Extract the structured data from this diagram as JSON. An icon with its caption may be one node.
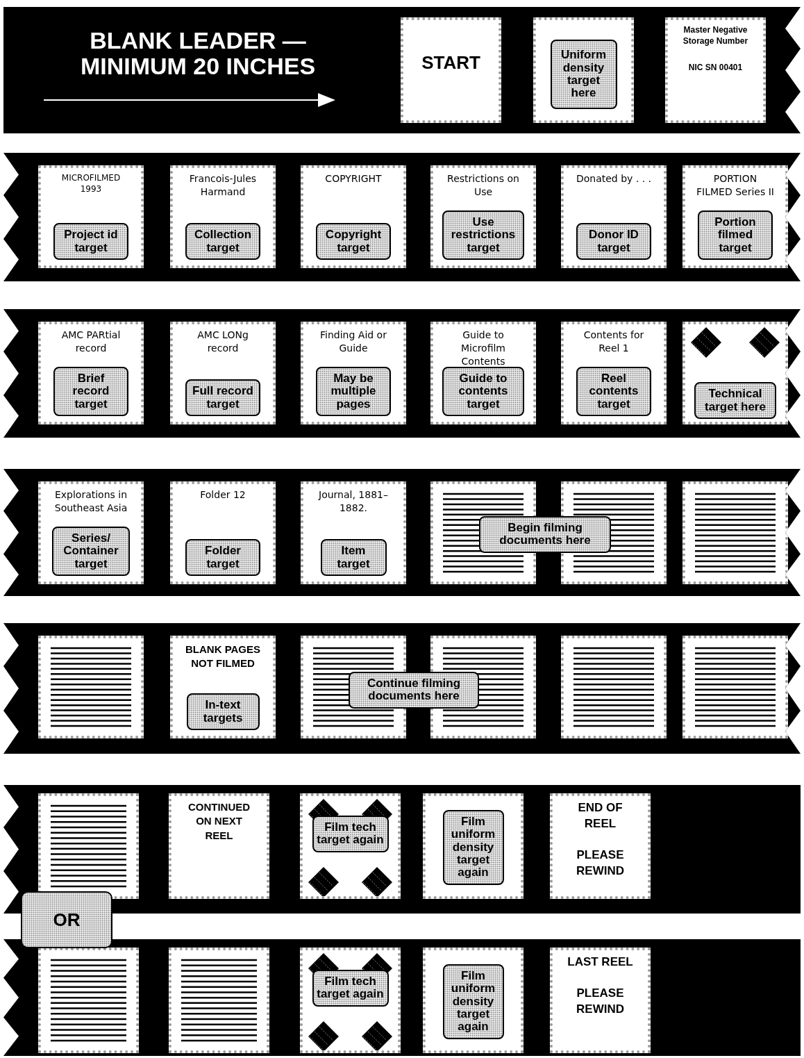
{
  "diagram": {
    "nodes": [
      {
        "text": [
          "BLANK LEADER — MINIMUM 20 INCHES"
        ]
      },
      {
        "text": [
          "START"
        ],
        "in": 0
      },
      {
        "text": [],
        "shape": "box",
        "in": 0
      },
      {
        "text": [
          "Uniform density target here"
        ],
        "in": 2
      },
      {
        "text": [
          "Master Negative Storage Number",
          "NIC SN 00401"
        ],
        "in": 0
      },
      {
        "text": [],
        "shape": "bar"
      },
      {
        "text": [
          "MICROFILMED 1993"
        ],
        "in": 5
      },
      {
        "text": [
          "Project id target"
        ],
        "in": 6
      },
      {
        "text": [
          "Francois-Jules Harmand"
        ],
        "in": 5
      },
      {
        "text": [
          "Collection target"
        ],
        "in": 8
      },
      {
        "text": [
          "COPYRIGHT"
        ],
        "in": 5
      },
      {
        "text": [
          "Copyright target"
        ],
        "in": 10
      },
      {
        "text": [
          "Restrictions on Use"
        ],
        "in": 5
      },
      {
        "text": [
          "Use restrictions target"
        ],
        "in": 12
      },
      {
        "text": [
          "Donated by . . ."
        ],
        "in": 5
      },
      {
        "text": [
          "Donor ID target"
        ],
        "in": 14
      },
      {
        "text": [
          "PORTION FILMED Series II"
        ],
        "in": 5
      },
      {
        "text": [
          "Portion filmed target"
        ],
        "in": 16
      },
      {
        "text": [],
        "shape": "bar"
      },
      {
        "text": [
          "AMC PARtial record"
        ],
        "in": 18
      },
      {
        "text": [
          "Brief record target"
        ],
        "in": 19
      },
      {
        "text": [
          "AMC LONg record"
        ],
        "in": 18
      },
      {
        "text": [
          "Full record target"
        ],
        "in": 21
      },
      {
        "text": [
          "Finding Aid or Guide"
        ],
        "in": 18
      },
      {
        "text": [
          "May be multiple pages"
        ],
        "in": 23
      },
      {
        "text": [
          "Guide to Microfilm Contents"
        ],
        "in": 18
      },
      {
        "text": [
          "Guide to contents target"
        ],
        "in": 25
      },
      {
        "text": [
          "Contents for Reel 1"
        ],
        "in": 18
      },
      {
        "text": [
          "Reel contents target"
        ],
        "in": 27
      },
      {
        "text": [],
        "shape": "box",
        "in": 18
      },
      {
        "text": [
          "Technical target here"
        ],
        "in": 29
      },
      {
        "text": [],
        "shape": "bar"
      },
      {
        "text": [
          "Explorations in Southeast Asia"
        ],
        "in": 31
      },
      {
        "text": [
          "Series/ Container target"
        ],
        "in": 32
      },
      {
        "text": [
          "Folder 12"
        ],
        "in": 31
      },
      {
        "text": [
          "Folder target"
        ],
        "in": 34
      },
      {
        "text": [
          "Journal, 1881–1882."
        ],
        "in": 31
      },
      {
        "text": [
          "Item target"
        ],
        "in": 36
      },
      {
        "text": [],
        "shape": "box",
        "in": 31
      },
      {
        "text": [],
        "shape": "box",
        "in": 31
      },
      {
        "text": [],
        "shape": "box",
        "in": 31
      },
      {
        "text": [
          "Begin filming documents here"
        ],
        "in": 31
      },
      {
        "text": [],
        "shape": "bar"
      },
      {
        "text": [],
        "shape": "box",
        "in": 42
      },
      {
        "text": [
          "BLANK PAGES NOT FILMED"
        ],
        "in": 42
      },
      {
        "text": [
          "In-text targets"
        ],
        "in": 44
      },
      {
        "text": [],
        "shape": "box",
        "in": 42
      },
      {
        "text": [],
        "shape": "box",
        "in": 42
      },
      {
        "text": [],
        "shape": "box",
        "in": 42
      },
      {
        "text": [],
        "shape": "box",
        "in": 42
      },
      {
        "text": [
          "Continue filming documents here"
        ],
        "in": 42
      },
      {
        "text": [],
        "shape": "bar"
      },
      {
        "text": [],
        "shape": "box",
        "in": 51
      },
      {
        "text": [
          "CONTINUED ON NEXT REEL"
        ],
        "in": 51
      },
      {
        "text": [],
        "shape": "box",
        "in": 51
      },
      {
        "text": [
          "Film tech target again"
        ],
        "in": 54
      },
      {
        "text": [],
        "shape": "box",
        "in": 51
      },
      {
        "text": [
          "Film uniform density target again"
        ],
        "in": 56
      },
      {
        "text": [
          "END OF REEL",
          "PLEASE REWIND"
        ],
        "in": 51
      },
      {
        "text": [
          "OR"
        ]
      },
      {
        "text": [],
        "shape": "bar"
      },
      {
        "text": [],
        "shape": "box",
        "in": 60
      },
      {
        "text": [],
        "shape": "box",
        "in": 60
      },
      {
        "text": [],
        "shape": "box",
        "in": 60
      },
      {
        "text": [
          "Film tech target again"
        ],
        "in": 63
      },
      {
        "text": [],
        "shape": "box",
        "in": 60
      },
      {
        "text": [
          "Film uniform density target again"
        ],
        "in": 65
      },
      {
        "text": [
          "LAST REEL",
          "PLEASE REWIND"
        ],
        "in": 60
      }
    ]
  }
}
